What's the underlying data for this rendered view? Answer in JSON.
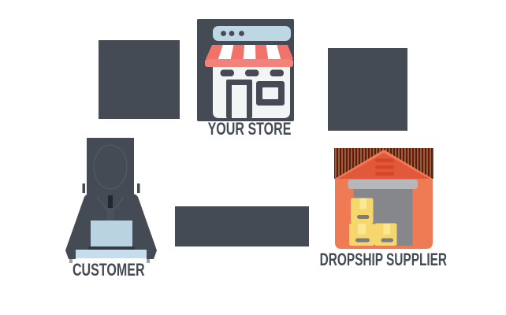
{
  "diagram": {
    "type": "dropshipping-flow-illustration",
    "nodes": {
      "store": {
        "label": "YOUR STORE"
      },
      "customer": {
        "label": "CUSTOMER"
      },
      "supplier": {
        "label": "DROPSHIP SUPPLIER"
      }
    },
    "connectors": [
      {
        "id": "connector-top-left",
        "between": [
          "customer",
          "store"
        ]
      },
      {
        "id": "connector-top-right",
        "between": [
          "store",
          "supplier"
        ]
      },
      {
        "id": "connector-bottom",
        "between": [
          "supplier",
          "customer"
        ]
      }
    ]
  },
  "palette": {
    "dark": "#454b54",
    "label-color": "#454b54",
    "light-blue": "#bdd7e4",
    "laptop-blue": "#b9d3e3",
    "table-blue": "#c6ddee",
    "awning-red": "#f1726b",
    "bar-red": "#f0837b",
    "store-white": "#f3f4f6",
    "roof-orange": "#e2583b",
    "body-orange": "#ee7b53",
    "vent-red": "#d84427",
    "lintel-gray": "#b5b7ba",
    "door-gray": "#85878a",
    "box-yellow": "#f5d76e",
    "box-stripe-yellow": "#fbe992",
    "box-label-gray": "#7b7d80",
    "hatch-dark": "#4a2517",
    "hatch-orange": "#b05531",
    "background": "#ffffff"
  }
}
